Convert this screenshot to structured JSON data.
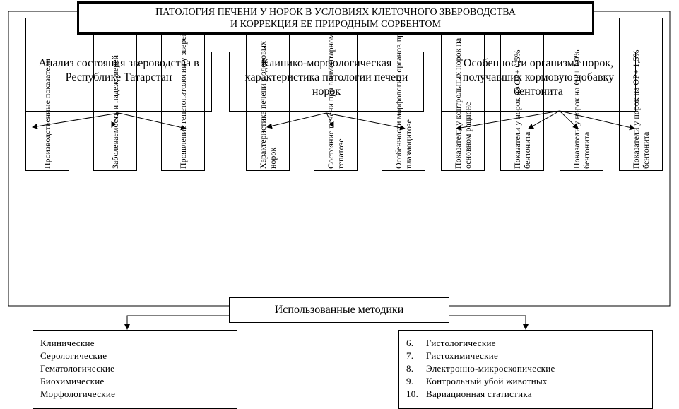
{
  "title": {
    "line1": "ПАТОЛОГИЯ ПЕЧЕНИ У НОРОК В УСЛОВИЯХ КЛЕТОЧНОГО ЗВЕРОВОДСТВА",
    "line2": "И КОРРЕКЦИЯ ЕЕ ПРИРОДНЫМ СОРБЕНТОМ"
  },
  "sections": [
    {
      "label": "Анализ состояния звероводства в Республике Татарстан"
    },
    {
      "label": "Клинико-морфологическая характеристика патологии печени норок"
    },
    {
      "label": "Особенности организма норок, получавших кормовую добавку бентонита"
    }
  ],
  "columns": [
    {
      "label": "Производственные показатели"
    },
    {
      "label": "Заболеваемость и падеж зверей"
    },
    {
      "label": "Проявление гепатопатологии у зверей"
    },
    {
      "label": "Характеристика печени у здоровых норок"
    },
    {
      "label": "Состояние печени при алиментарном гепатозе"
    },
    {
      "label": "Особенности морфологии органов при плазмоцитозе"
    },
    {
      "label": "Показатели у контрольных норок на основном рационе"
    },
    {
      "label": "Показатели у норок на ОР+ 0,5% бентонита"
    },
    {
      "label": "Показатели у норок на ОР+ 1,0% бентонита"
    },
    {
      "label": "Показатели у норок на ОР+ 1,5% бентонита"
    }
  ],
  "methods_title": "Использованные методики",
  "methods_left": [
    "Клинические",
    "Серологические",
    "Гематологические",
    "Биохимические",
    "Морфологические"
  ],
  "methods_right": [
    {
      "num": "6.",
      "label": "Гистологические"
    },
    {
      "num": "7.",
      "label": "Гистохимические"
    },
    {
      "num": "8.",
      "label": "Электронно-микроскопические"
    },
    {
      "num": "9.",
      "label": "Контрольный убой животных"
    },
    {
      "num": "10.",
      "label": "Вариационная статистика"
    }
  ]
}
